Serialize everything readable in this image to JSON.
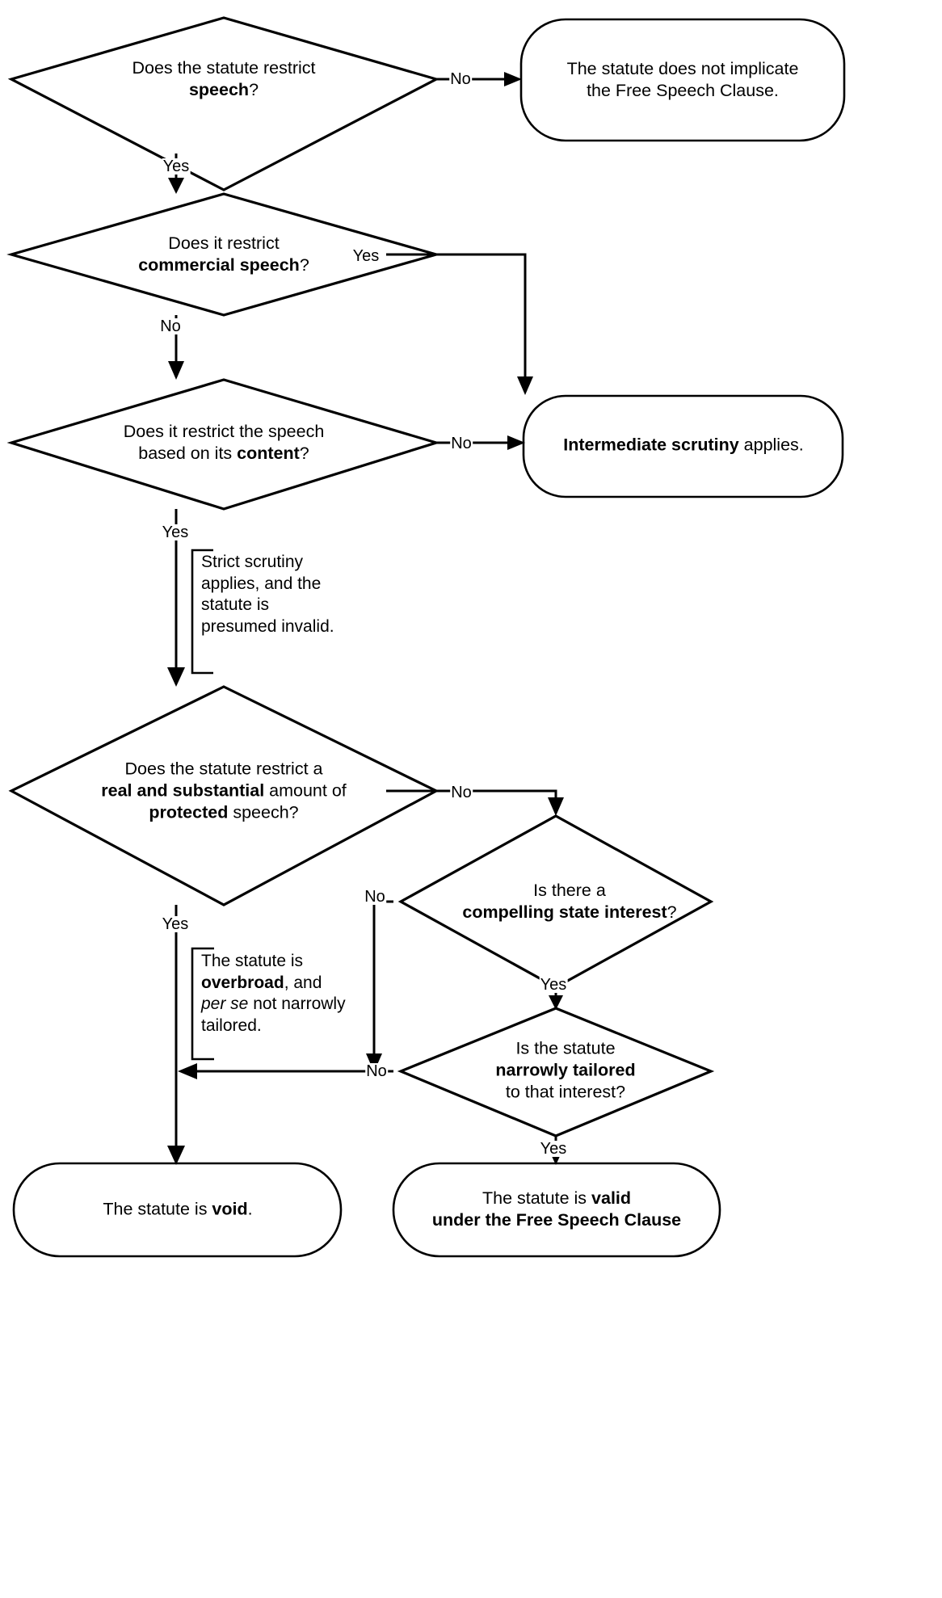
{
  "diagram": {
    "title": "Free Speech Clause analysis flowchart",
    "background_color": "#ffffff",
    "line_color": "#000000",
    "text_color": "#000000"
  },
  "nodes": {
    "q_speech": {
      "shape": "decision",
      "line1_pre": "Does the statute restrict",
      "line2_bold": "speech",
      "line2_post": "?"
    },
    "t_no_implicate": {
      "shape": "terminal",
      "line1": "The statute does not implicate",
      "line2": "the Free Speech Clause."
    },
    "q_commercial": {
      "shape": "decision",
      "line1": "Does it restrict",
      "line2_bold": "commercial speech",
      "line2_post": "?"
    },
    "t_intermediate": {
      "shape": "terminal",
      "bold": "Intermediate scrutiny",
      "rest": " applies."
    },
    "q_content": {
      "shape": "decision",
      "line1": "Does it restrict the speech",
      "line2_pre": "based on its ",
      "line2_bold": "content",
      "line2_post": "?"
    },
    "q_overbreadth": {
      "shape": "decision",
      "line1": "Does the statute restrict a",
      "line2_bold": "real and substantial",
      "line2_post": " amount of",
      "line3_bold": "protected",
      "line3_post": " speech?"
    },
    "q_compelling": {
      "shape": "decision",
      "line1": "Is there a",
      "line2_bold": "compelling state interest",
      "line2_post": "?"
    },
    "q_tailored": {
      "shape": "decision",
      "line1": "Is the statute",
      "line2_bold": "narrowly tailored",
      "line3": "to that interest?"
    },
    "t_void": {
      "shape": "terminal",
      "pre": "The statute is ",
      "bold": "void",
      "post": "."
    },
    "t_valid": {
      "shape": "terminal",
      "line1_pre": "The statute is ",
      "line1_bold": "valid",
      "line2_bold": "under the Free Speech Clause"
    }
  },
  "annotations": {
    "strict_scrutiny": {
      "text": "Strict scrutiny applies, and the statute is presumed invalid."
    },
    "overbroad": {
      "pre": "The statute is ",
      "bold": "overbroad",
      "mid": ", and ",
      "italic": "per se",
      "post": " not narrowly tailored."
    }
  },
  "edge_labels": {
    "speech_no": "No",
    "speech_yes": "Yes",
    "commercial_yes": "Yes",
    "commercial_no": "No",
    "content_no": "No",
    "content_yes": "Yes",
    "overbreadth_no": "No",
    "overbreadth_yes": "Yes",
    "compelling_no": "No",
    "compelling_yes": "Yes",
    "tailored_no": "No",
    "tailored_yes": "Yes"
  }
}
